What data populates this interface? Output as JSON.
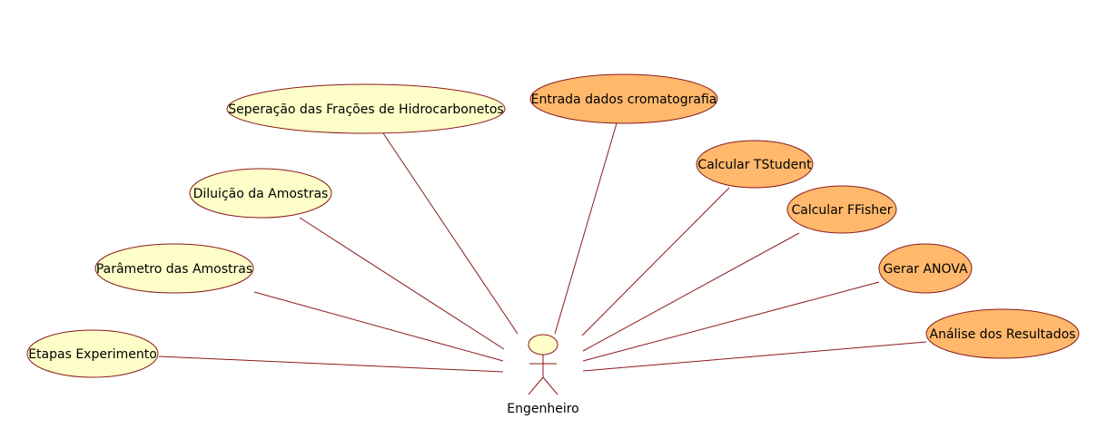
{
  "colors": {
    "line": "#8b1a1a",
    "stroke": "#8b1a1a",
    "fill_light": "#fefec9",
    "fill_orange": "#ffb86c",
    "actor_head": "#fefec9"
  },
  "actor": {
    "name": "Engenheiro"
  },
  "use_cases": [
    {
      "id": "uc-etapas",
      "label": "Etapas Experimento",
      "style": "light"
    },
    {
      "id": "uc-parametro",
      "label": "Parâmetro das Amostras",
      "style": "light"
    },
    {
      "id": "uc-diluicao",
      "label": "Diluição da Amostras",
      "style": "light"
    },
    {
      "id": "uc-separacao",
      "label": "Seperação das Frações de Hidrocarbonetos",
      "style": "light"
    },
    {
      "id": "uc-entrada",
      "label": "Entrada dados cromatografia",
      "style": "orange"
    },
    {
      "id": "uc-tstudent",
      "label": "Calcular TStudent",
      "style": "orange"
    },
    {
      "id": "uc-ffisher",
      "label": "Calcular FFisher",
      "style": "orange"
    },
    {
      "id": "uc-anova",
      "label": "Gerar ANOVA",
      "style": "orange"
    },
    {
      "id": "uc-analise",
      "label": "Análise dos Resultados",
      "style": "orange"
    }
  ]
}
